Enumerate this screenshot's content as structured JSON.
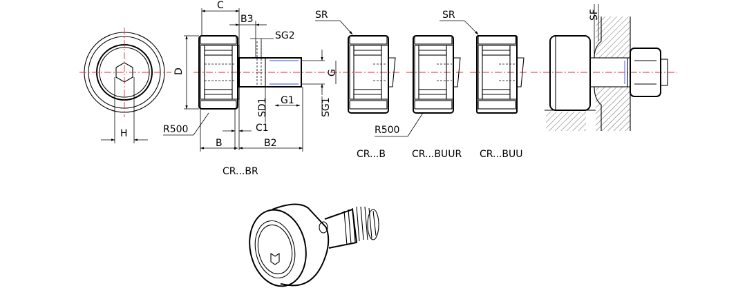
{
  "dimensions": {
    "c": "C",
    "b3": "B3",
    "sg2": "SG2",
    "d": "D",
    "g": "G",
    "sd1": "SD1",
    "g1": "G1",
    "sg1": "SG1",
    "c1": "C1",
    "b": "B",
    "b2": "B2",
    "h": "H",
    "r500_left": "R500",
    "r500_mid": "R500",
    "sr_1": "SR",
    "sr_2": "SR",
    "sf": "SF"
  },
  "captions": {
    "cr_br": "CR...BR",
    "cr_b": "CR...B",
    "cr_buur": "CR...BUUR",
    "cr_buu": "CR...BUU"
  },
  "colors": {
    "centerline": "#e8282b",
    "thread_line": "#2a4fd6",
    "line": "#000000"
  }
}
